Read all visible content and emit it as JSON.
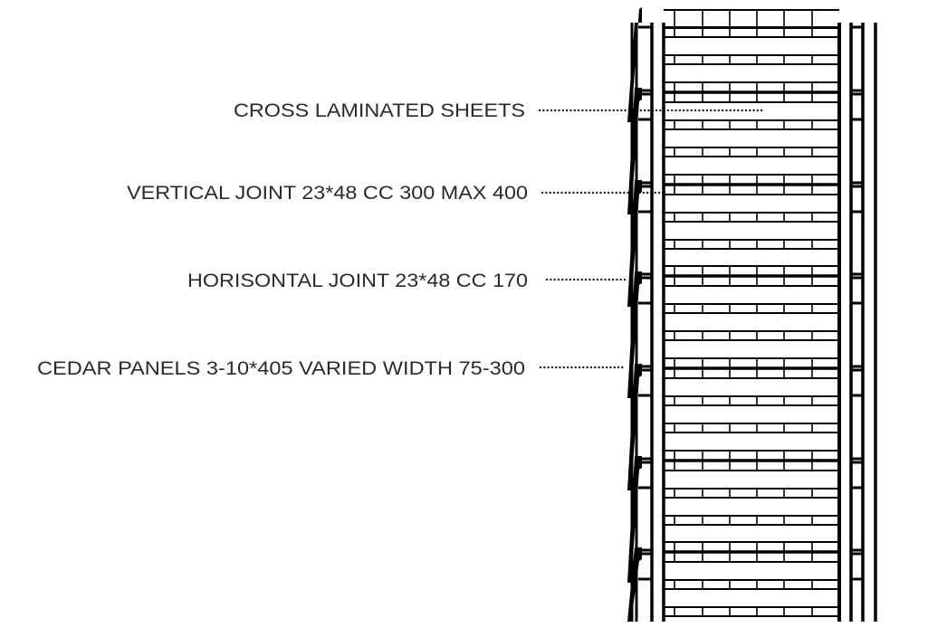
{
  "labels": {
    "cross_laminated": "CROSS LAMINATED SHEETS",
    "vertical_joint": "VERTICAL JOINT 23*48 CC 300 MAX 400",
    "horizontal_joint": "HORISONTAL JOINT 23*48 CC 170",
    "cedar_panels": "CEDAR PANELS 3-10*405 VARIED WIDTH 75-300"
  },
  "colors": {
    "line": "#000000",
    "text": "#2a2a2a"
  }
}
